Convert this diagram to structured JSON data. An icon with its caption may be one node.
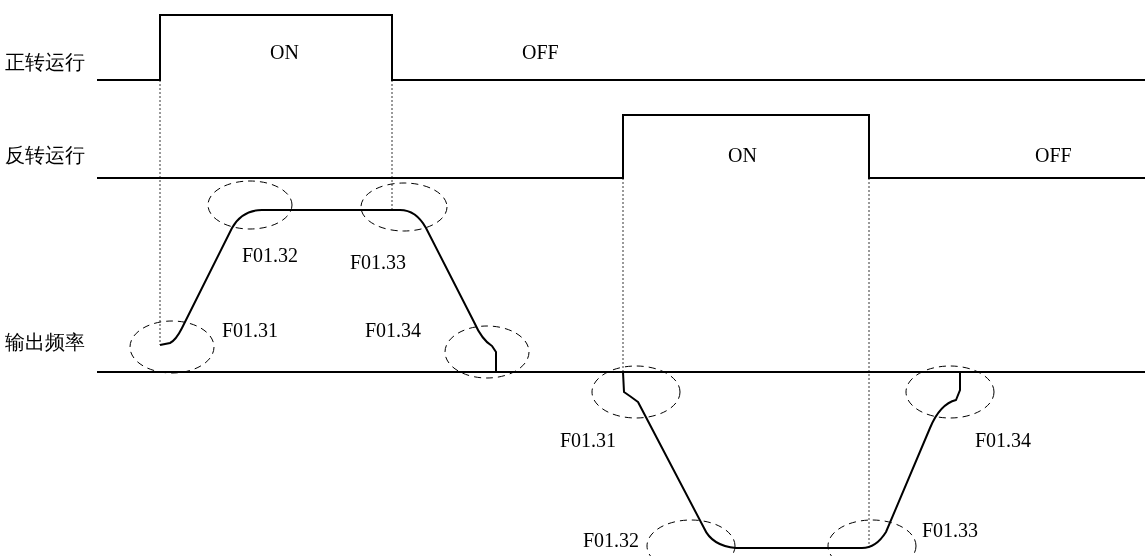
{
  "diagram": {
    "labels": [
      "正转运行",
      "ON",
      "OFF",
      "反转运行",
      "ON",
      "OFF",
      "F01.32",
      "F01.33",
      "输出频率",
      "F01.31",
      "F01.34",
      "F01.31",
      "F01.34",
      "F01.32",
      "F01.33"
    ]
  }
}
